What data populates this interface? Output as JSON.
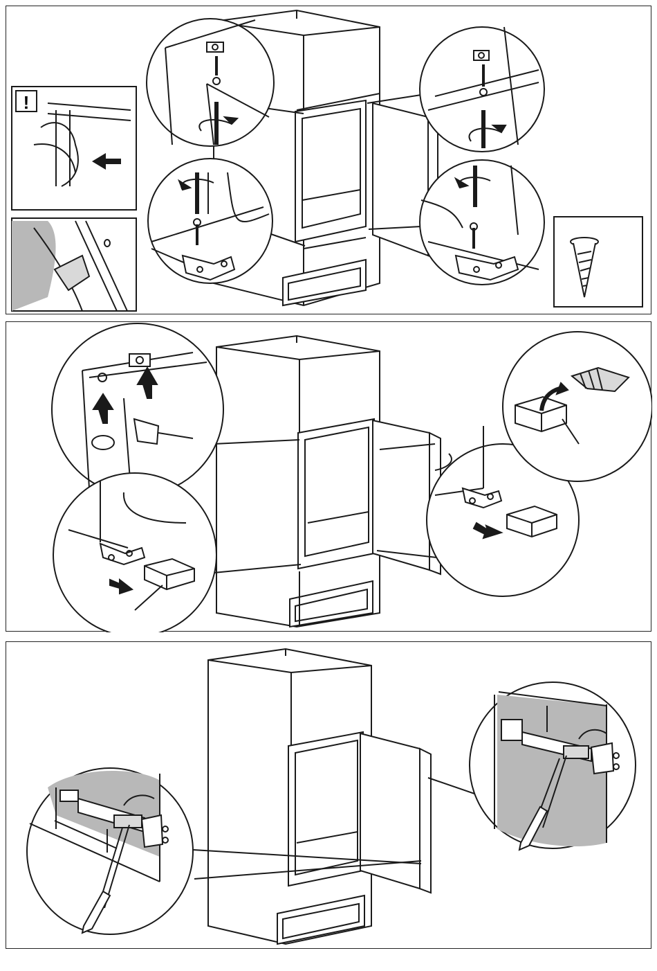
{
  "warning": {
    "symbol": "!"
  },
  "panels": [
    {
      "id": "step-1",
      "description_icons": [
        "warning-icon",
        "hand-grip-icon",
        "arrow-icon",
        "screw-icon",
        "rotate-arrow-icon"
      ]
    },
    {
      "id": "step-2",
      "description_icons": [
        "up-arrow-icon",
        "spacer-block-icon",
        "cutter-knife-icon"
      ]
    },
    {
      "id": "step-3",
      "description_icons": [
        "pencil-icon",
        "hinge-bracket-icon",
        "rotate-arrow-icon"
      ]
    }
  ],
  "colors": {
    "line": "#1a1a1a",
    "shade": "#b8b8b8",
    "light-shade": "#d9d9d9",
    "background": "#ffffff"
  }
}
